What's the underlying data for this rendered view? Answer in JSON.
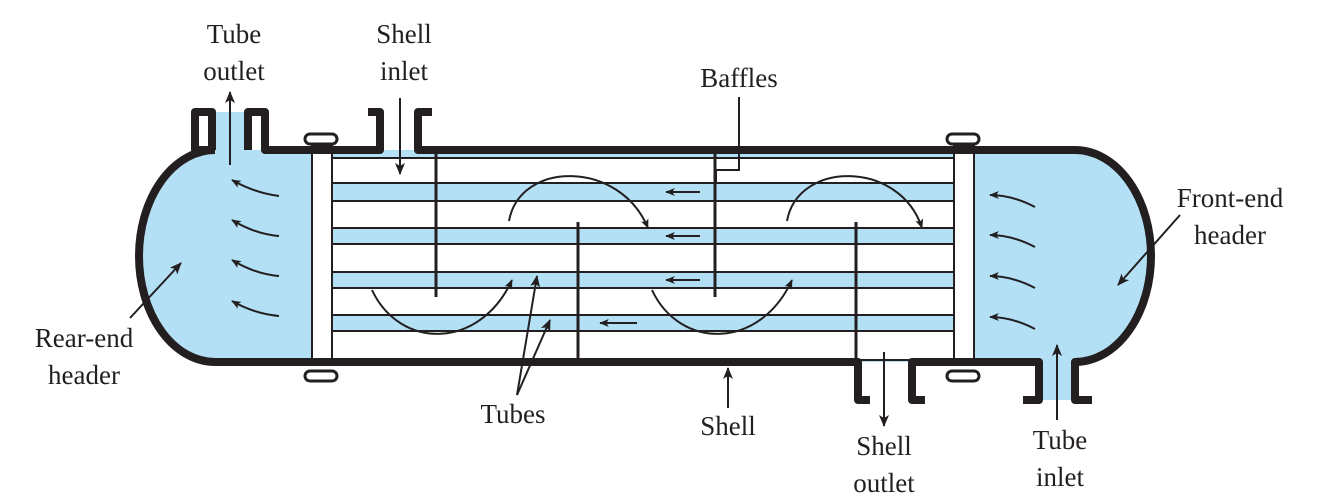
{
  "colors": {
    "fluid": "#b3e0f5",
    "outline": "#231f20",
    "background": "#ffffff"
  },
  "labels": {
    "tube_outlet": [
      "Tube",
      "outlet"
    ],
    "shell_inlet": [
      "Shell",
      "inlet"
    ],
    "baffles": "Baffles",
    "front_end_header": [
      "Front-end",
      "header"
    ],
    "rear_end_header": [
      "Rear-end",
      "header"
    ],
    "tubes": "Tubes",
    "shell": "Shell",
    "shell_outlet": [
      "Shell",
      "outlet"
    ],
    "tube_inlet": [
      "Tube",
      "inlet"
    ]
  }
}
